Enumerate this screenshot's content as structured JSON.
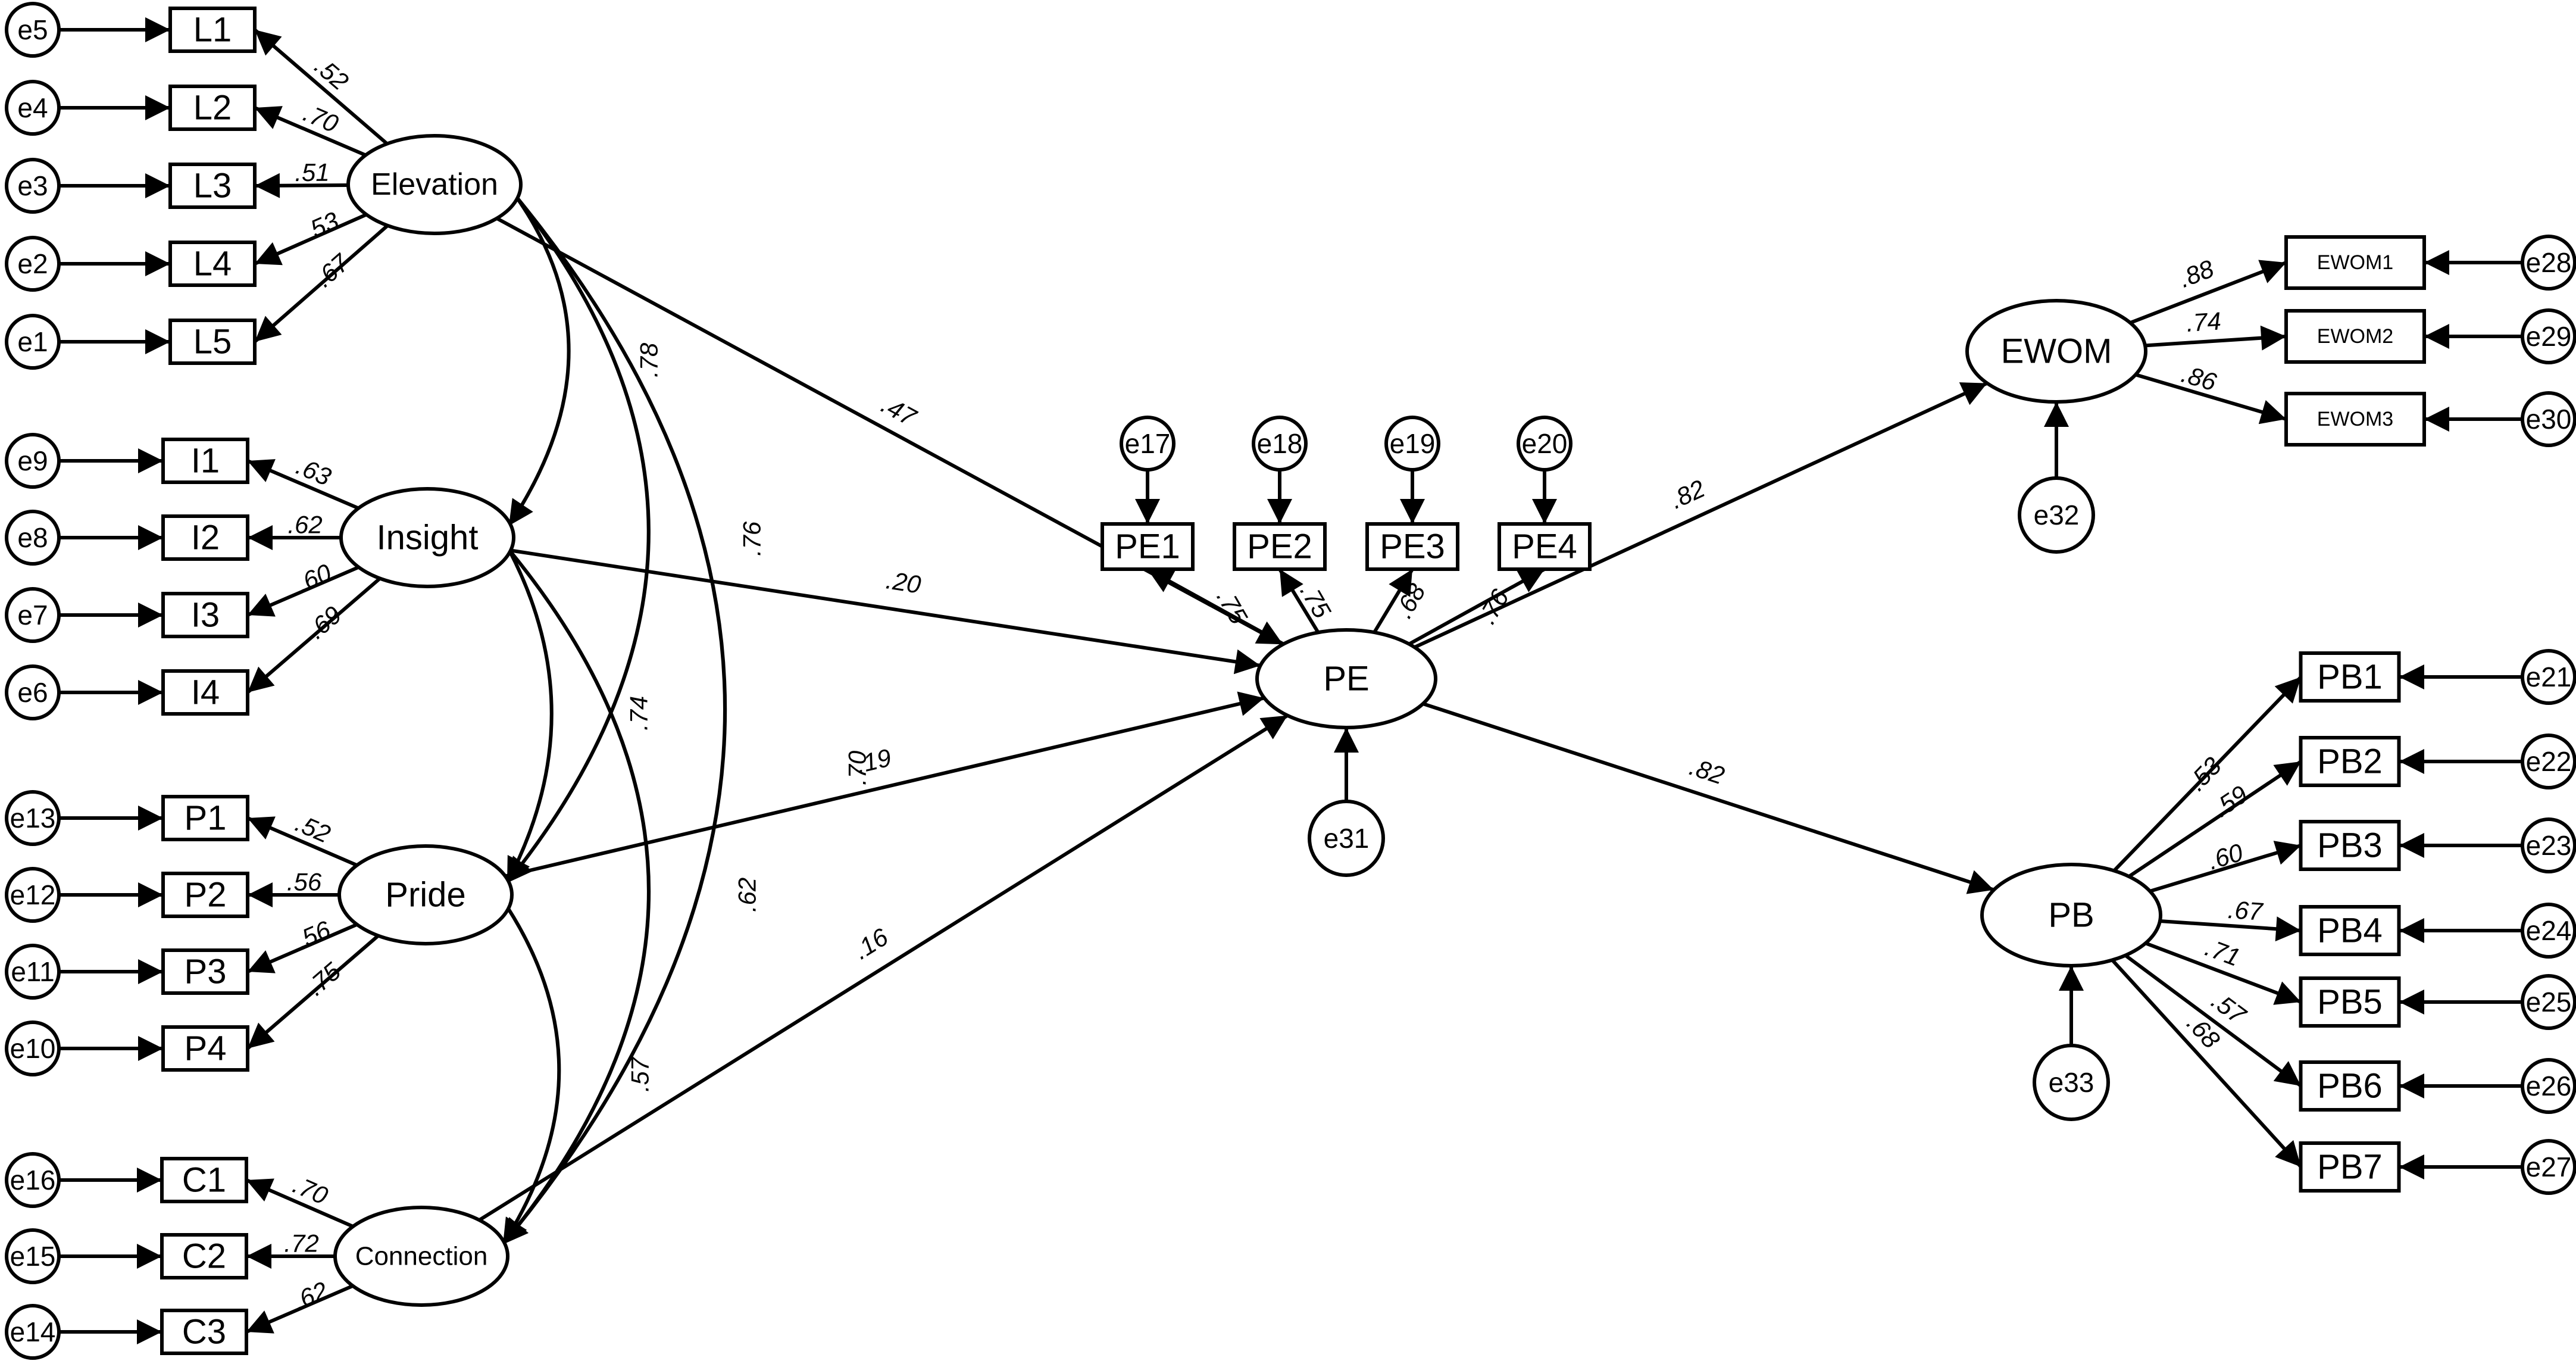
{
  "latents": {
    "elevation": "Elevation",
    "insight": "Insight",
    "pride": "Pride",
    "connection": "Connection",
    "pe": "PE",
    "ewom": "EWOM",
    "pb": "PB"
  },
  "indicators": {
    "L": [
      "L1",
      "L2",
      "L3",
      "L4",
      "L5"
    ],
    "I": [
      "I1",
      "I2",
      "I3",
      "I4"
    ],
    "P": [
      "P1",
      "P2",
      "P3",
      "P4"
    ],
    "C": [
      "C1",
      "C2",
      "C3"
    ],
    "PE": [
      "PE1",
      "PE2",
      "PE3",
      "PE4"
    ],
    "EWOM": [
      "EWOM1",
      "EWOM2",
      "EWOM3"
    ],
    "PB": [
      "PB1",
      "PB2",
      "PB3",
      "PB4",
      "PB5",
      "PB6",
      "PB7"
    ]
  },
  "errors": {
    "L": [
      "e5",
      "e4",
      "e3",
      "e2",
      "e1"
    ],
    "I": [
      "e9",
      "e8",
      "e7",
      "e6"
    ],
    "P": [
      "e13",
      "e12",
      "e11",
      "e10"
    ],
    "C": [
      "e16",
      "e15",
      "e14"
    ],
    "PE": [
      "e17",
      "e18",
      "e19",
      "e20"
    ],
    "EWOM": [
      "e28",
      "e29",
      "e30"
    ],
    "PB": [
      "e21",
      "e22",
      "e23",
      "e24",
      "e25",
      "e26",
      "e27"
    ],
    "structural": {
      "pe": "e31",
      "ewom": "e32",
      "pb": "e33"
    }
  },
  "loadings": {
    "L": [
      ".52",
      ".70",
      ".51",
      ".53",
      ".67"
    ],
    "I": [
      ".63",
      ".62",
      ".60",
      ".69"
    ],
    "P": [
      ".52",
      ".56",
      ".56",
      ".75"
    ],
    "C": [
      ".70",
      ".72",
      ".62"
    ],
    "PE": [
      ".75",
      ".75",
      ".68",
      ".76"
    ],
    "EWOM": [
      ".88",
      ".74",
      ".86"
    ],
    "PB": [
      ".53",
      ".59",
      ".60",
      ".67",
      ".71",
      ".57",
      ".68"
    ]
  },
  "correlations": {
    "elevation_insight": ".78",
    "elevation_pride": ".76",
    "elevation_connection": ".70",
    "insight_pride": ".74",
    "insight_connection": ".62",
    "pride_connection": ".57"
  },
  "paths": {
    "elevation_pe": ".47",
    "insight_pe": ".20",
    "pride_pe": ".19",
    "connection_pe": ".16",
    "pe_ewom": ".82",
    "pe_pb": ".82"
  }
}
